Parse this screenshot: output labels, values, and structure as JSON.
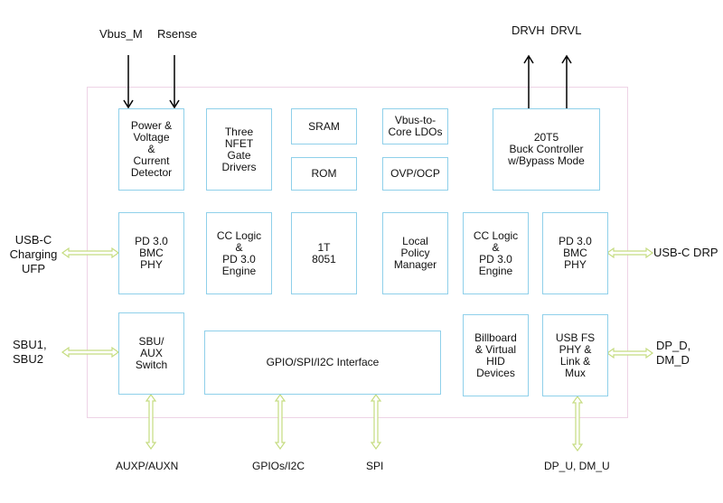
{
  "diagram": {
    "colors": {
      "block_border": "#8fd0ea",
      "chip_border": "#eed3e6",
      "bus_arrow": "#c5dc80",
      "signal_arrow": "#000000"
    },
    "blocks": {
      "power_detector": "Power &\nVoltage\n&\nCurrent\nDetector",
      "nfet_drivers": "Three\nNFET\nGate\nDrivers",
      "sram": "SRAM",
      "rom": "ROM",
      "ldos": "Vbus-to-\nCore LDOs",
      "ovp_ocp": "OVP/OCP",
      "buck": "20T5\nBuck Controller\nw/Bypass Mode",
      "pd_phy_left": "PD 3.0\nBMC\nPHY",
      "cc_logic_left": "CC Logic\n&\nPD 3.0\nEngine",
      "mcu": "1T\n8051",
      "policy_manager": "Local\nPolicy\nManager",
      "cc_logic_right": "CC Logic\n&\nPD 3.0\nEngine",
      "pd_phy_right": "PD 3.0\nBMC\nPHY",
      "sbu_switch": "SBU/\nAUX\nSwitch",
      "gpio_interface": "GPIO/SPI/I2C Interface",
      "billboard": "Billboard\n& Virtual\nHID\nDevices",
      "usb_fs": "USB FS\nPHY &\nLink &\nMux"
    },
    "signals": {
      "vbus_m": "Vbus_M",
      "rsense": "Rsense",
      "drvh": "DRVH",
      "drvl": "DRVL",
      "usbc_ufp": "USB-C\nCharging\nUFP",
      "sbu": "SBU1,\nSBU2",
      "usbc_drp": "USB-C DRP",
      "dp_dm_d": "DP_D,\nDM_D",
      "auxp_auxn": "AUXP/AUXN",
      "gpios_i2c": "GPIOs/I2C",
      "spi": "SPI",
      "dp_dm_u": "DP_U, DM_U"
    }
  }
}
